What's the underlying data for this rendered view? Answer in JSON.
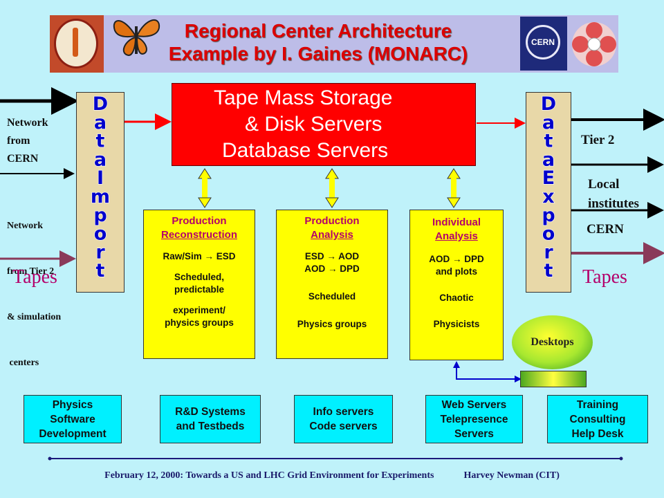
{
  "header": {
    "title_line1": "Regional Center Architecture",
    "title_line2": "Example by I. Gaines (MONARC)"
  },
  "storage": {
    "line1": "Tape Mass Storage",
    "line2": "& Disk Servers",
    "line3": "Database Servers"
  },
  "left": {
    "bar_label": "Data Import",
    "network_cern": [
      "Network",
      "from",
      "CERN"
    ],
    "network_tier2": [
      "Network",
      "from Tier 2",
      "& simulation",
      " centers"
    ],
    "tapes": "Tapes"
  },
  "right": {
    "bar_label": "Data Export",
    "tier2": "Tier 2",
    "local": [
      "Local",
      "institutes"
    ],
    "cern": "CERN",
    "tapes": "Tapes"
  },
  "processing": [
    {
      "head1": "Production",
      "head2": "Reconstruction",
      "flow": "Raw/Sim → ESD",
      "line_a": "Scheduled,",
      "line_b": "predictable",
      "line_c": "experiment/",
      "line_d": "physics groups"
    },
    {
      "head1": "Production",
      "head2": "Analysis",
      "flow1": "ESD → AOD",
      "flow2": "AOD → DPD",
      "line_a": "Scheduled",
      "line_b": "Physics groups"
    },
    {
      "head1": "Individual",
      "head2": "Analysis",
      "flow1": "AOD → DPD",
      "flow2": "and plots",
      "line_a": "Chaotic",
      "line_b": "Physicists"
    }
  ],
  "desktops": "Desktops",
  "services": [
    [
      "Physics",
      "Software",
      "Development"
    ],
    [
      "R&D Systems",
      "and Testbeds"
    ],
    [
      "Info servers",
      "Code servers"
    ],
    [
      "Web Servers",
      "Telepresence",
      "Servers"
    ],
    [
      "Training",
      "Consulting",
      "Help Desk"
    ]
  ],
  "footer": {
    "left": "February 12, 2000:  Towards a US and LHC Grid Environment for Experiments",
    "right": "Harvey Newman (CIT)"
  },
  "colors": {
    "background": "#bff2fa",
    "storage": "#ff0000",
    "processing": "#ffff00",
    "services": "#00f0ff",
    "title": "#dc0000"
  }
}
